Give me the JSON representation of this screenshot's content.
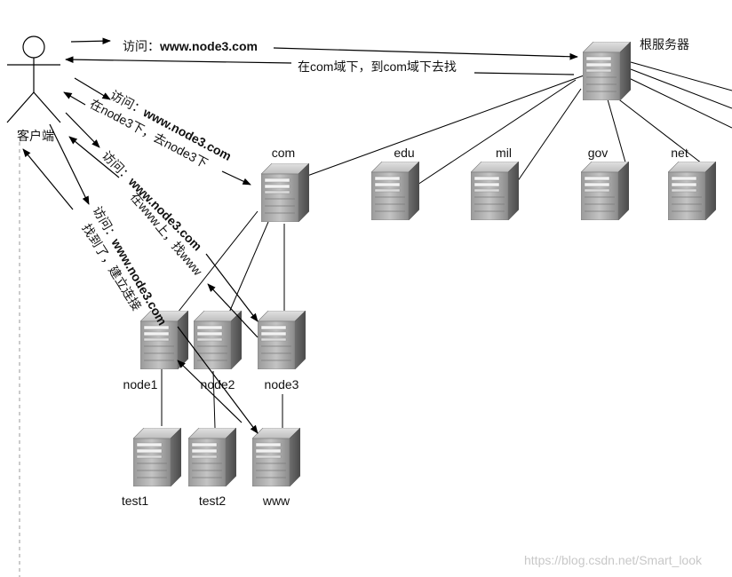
{
  "actor": {
    "label": "客户端"
  },
  "servers": {
    "root": "根服务器",
    "com": "com",
    "edu": "edu",
    "mil": "mil",
    "gov": "gov",
    "net": "net",
    "node1": "node1",
    "node2": "node2",
    "node3": "node3",
    "test1": "test1",
    "test2": "test2",
    "www": "www"
  },
  "messages": {
    "m1_prefix": "访问：",
    "m1_domain": "www.node3.com",
    "m2": "在com域下，到com域下去找",
    "m3_prefix": "访问：",
    "m3_domain": "www.node3.com",
    "m4": "在node3下，去node3下",
    "m5_prefix": "访问：",
    "m5_domain": "www.node3.com",
    "m6": "在www上，找www",
    "m7_prefix": "访问：",
    "m7_domain": "www.node3.com",
    "m8": "找到了，建立连接"
  },
  "watermark": "https://blog.csdn.net/Smart_look"
}
